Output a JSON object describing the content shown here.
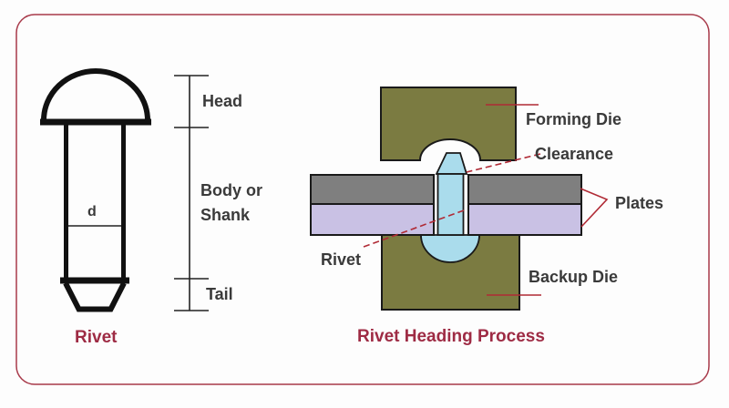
{
  "colors": {
    "border": "#a83a4a",
    "die": "#7b7b41",
    "plate_top": "#7f7f7f",
    "plate_bottom": "#c9c1e4",
    "rivet_body": "#aadcec",
    "leader": "#b02a35",
    "caption": "#9e2b44",
    "outline": "#1a1a1a"
  },
  "left_figure": {
    "caption": "Rivet",
    "diameter_label": "d",
    "dim_labels": {
      "head": "Head",
      "body_line1": "Body or",
      "body_line2": "Shank",
      "tail": "Tail"
    }
  },
  "right_figure": {
    "caption": "Rivet Heading Process",
    "labels": {
      "forming_die": "Forming Die",
      "clearance": "Clearance",
      "plates": "Plates",
      "rivet": "Rivet",
      "backup_die": "Backup Die"
    }
  }
}
